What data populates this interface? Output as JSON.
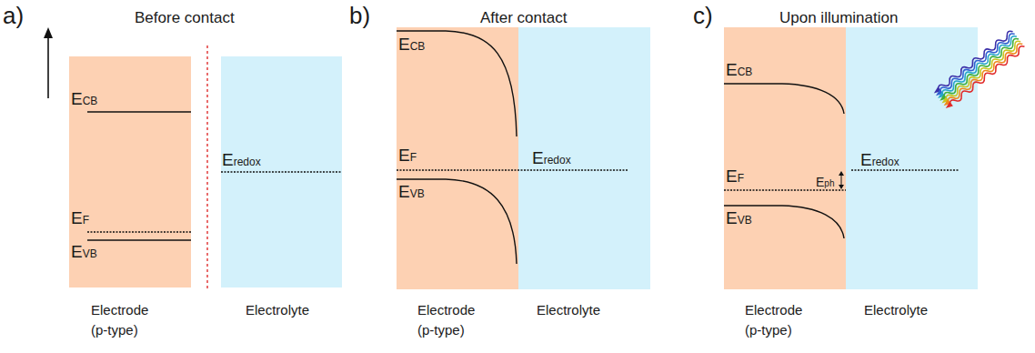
{
  "diagram": {
    "nodes": [
      {
        "text": [
          "ECB",
          "EF",
          "EVB",
          "Electrode (p-type)"
        ]
      },
      {
        "text": [
          "Eredox",
          "Electrolyte"
        ]
      },
      {
        "text": [
          "ECB",
          "EF",
          "EVB",
          "Electrode (p-type)"
        ]
      },
      {
        "text": [
          "Eredox",
          "Electrolyte"
        ]
      },
      {
        "text": [
          "ECB",
          "EF",
          "Eph",
          "EVB",
          "Electrode (p-type)"
        ]
      },
      {
        "text": [
          "Eredox",
          "Electrolyte"
        ]
      }
    ],
    "labels": [
      "a)",
      "Before contact",
      "b)",
      "After contact",
      "c)",
      "Upon illumination"
    ]
  }
}
